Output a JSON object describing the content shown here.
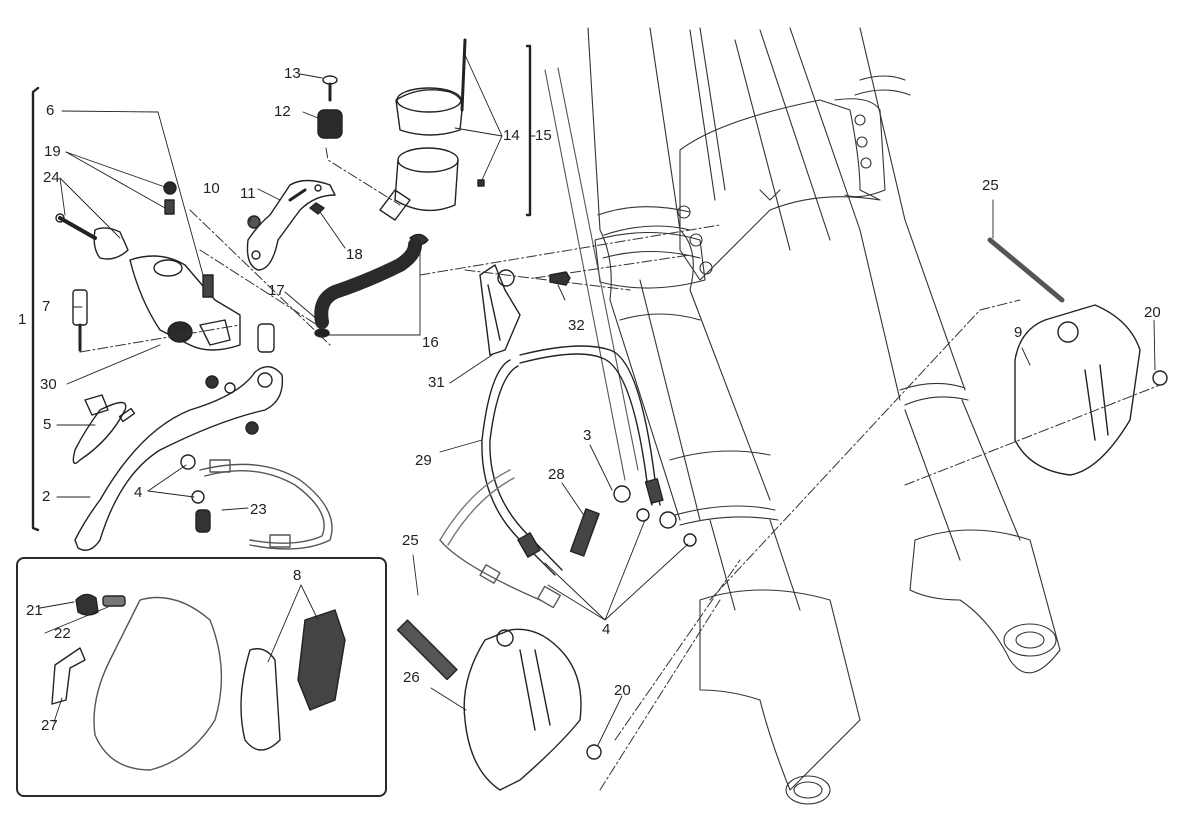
{
  "diagram": {
    "title": "",
    "subject": "Front brake system exploded view",
    "colors": {
      "line": "#222222",
      "fill_dark": "#3a3a3a",
      "background": "#ffffff"
    },
    "callouts": [
      {
        "id": "c1",
        "text": "1"
      },
      {
        "id": "c2",
        "text": "2"
      },
      {
        "id": "c3",
        "text": "3"
      },
      {
        "id": "c4a",
        "text": "4"
      },
      {
        "id": "c4b",
        "text": "4"
      },
      {
        "id": "c5",
        "text": "5"
      },
      {
        "id": "c6",
        "text": "6"
      },
      {
        "id": "c7",
        "text": "7"
      },
      {
        "id": "c8",
        "text": "8"
      },
      {
        "id": "c9",
        "text": "9"
      },
      {
        "id": "c10",
        "text": "10"
      },
      {
        "id": "c11",
        "text": "11"
      },
      {
        "id": "c12",
        "text": "12"
      },
      {
        "id": "c13",
        "text": "13"
      },
      {
        "id": "c14",
        "text": "14"
      },
      {
        "id": "c15",
        "text": "15"
      },
      {
        "id": "c16",
        "text": "16"
      },
      {
        "id": "c17",
        "text": "17"
      },
      {
        "id": "c18",
        "text": "18"
      },
      {
        "id": "c19",
        "text": "19"
      },
      {
        "id": "c20a",
        "text": "20"
      },
      {
        "id": "c20b",
        "text": "20"
      },
      {
        "id": "c21",
        "text": "21"
      },
      {
        "id": "c22",
        "text": "22"
      },
      {
        "id": "c23",
        "text": "23"
      },
      {
        "id": "c24",
        "text": "24"
      },
      {
        "id": "c25a",
        "text": "25"
      },
      {
        "id": "c25b",
        "text": "25"
      },
      {
        "id": "c26",
        "text": "26"
      },
      {
        "id": "c27",
        "text": "27"
      },
      {
        "id": "c28",
        "text": "28"
      },
      {
        "id": "c29",
        "text": "29"
      },
      {
        "id": "c30",
        "text": "30"
      },
      {
        "id": "c31",
        "text": "31"
      },
      {
        "id": "c32",
        "text": "32"
      }
    ],
    "parts": [
      {
        "name": "master-cylinder",
        "assembly": "1"
      },
      {
        "name": "brake-lever",
        "callout": "2"
      },
      {
        "name": "banjo-bolt-bleed",
        "callout": "3"
      },
      {
        "name": "sealing-washers",
        "callout": "4"
      },
      {
        "name": "brake-light-switch",
        "callout": "5"
      },
      {
        "name": "adjuster-screw",
        "callout": "6"
      },
      {
        "name": "pivot-pin",
        "callout": "7"
      },
      {
        "name": "brake-pads",
        "callout": "8"
      },
      {
        "name": "caliper-right",
        "callout": "9"
      },
      {
        "name": "bracket-screw",
        "callout": "10"
      },
      {
        "name": "reservoir-bracket",
        "callout": "11"
      },
      {
        "name": "rubber-grommet",
        "callout": "12"
      },
      {
        "name": "grommet-screw",
        "callout": "13"
      },
      {
        "name": "reservoir-cap-kit",
        "callout": "14"
      },
      {
        "name": "fluid-reservoir",
        "assembly": "15"
      },
      {
        "name": "hose-clamps",
        "callout": "16"
      },
      {
        "name": "reservoir-hose",
        "callout": "17"
      },
      {
        "name": "bracket-nut",
        "callout": "18"
      },
      {
        "name": "nut-and-stud",
        "callout": "19"
      },
      {
        "name": "bleed-cap-washer",
        "callout": "20"
      },
      {
        "name": "bleed-cap",
        "callout": "21"
      },
      {
        "name": "bleed-valve",
        "callout": "22"
      },
      {
        "name": "banjo-bolt",
        "callout": "23"
      },
      {
        "name": "clamp-screws",
        "callout": "24"
      },
      {
        "name": "caliper-bolt",
        "callout": "25"
      },
      {
        "name": "caliper-left",
        "callout": "26"
      },
      {
        "name": "pad-spring",
        "callout": "27"
      },
      {
        "name": "union-bolt",
        "callout": "28"
      },
      {
        "name": "brake-hose",
        "callout": "29"
      },
      {
        "name": "master-cylinder-clamp",
        "callout": "30"
      },
      {
        "name": "hose-guide",
        "callout": "31"
      },
      {
        "name": "guide-screw",
        "callout": "32"
      }
    ]
  }
}
